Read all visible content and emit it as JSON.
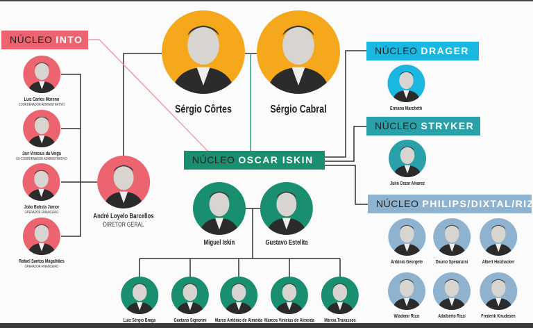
{
  "colors": {
    "into": "#ec6470",
    "top": "#f5a81c",
    "oscar": "#1a8f6f",
    "drager": "#1ab8e0",
    "stryker": "#2aa0a8",
    "philips": "#8fb3cf"
  },
  "boxes": {
    "into": {
      "prefix": "NÚCLEO",
      "name": "INTO"
    },
    "oscar": {
      "prefix": "NÚCLEO",
      "name": "OSCAR ISKIN"
    },
    "drager": {
      "prefix": "NÚCLEO",
      "name": "DRAGER"
    },
    "stryker": {
      "prefix": "NÚCLEO",
      "name": "STRYKER"
    },
    "philips": {
      "prefix": "NÚCLEO",
      "name": "PHILIPS/DIXTAL/RIZZI"
    }
  },
  "people": [
    {
      "name": "Sérgio Côrtes",
      "role": "",
      "group": "top"
    },
    {
      "name": "Sérgio Cabral",
      "role": "",
      "group": "top"
    },
    {
      "name": "Luiz Carlos Moreno",
      "role": "COORDENADOR ADMINISTRATIVO",
      "group": "into"
    },
    {
      "name": "Jair Vinicius da Veiga",
      "role": "EX-COORDENADOR ADMINISTRATIVO",
      "group": "into"
    },
    {
      "name": "João Batista Júnior",
      "role": "OPERADOR FINANCEIRO",
      "group": "into"
    },
    {
      "name": "Rafael Santos Magalhães",
      "role": "OPERADOR FINANCEIRO",
      "group": "into"
    },
    {
      "name": "André Loyelo Barcellos",
      "role": "DIRETOR GERAL",
      "group": "into"
    },
    {
      "name": "Ermano Marchetti",
      "role": "",
      "group": "drager"
    },
    {
      "name": "Julio Cezar Alvarez",
      "role": "",
      "group": "stryker"
    },
    {
      "name": "Miguel Iskin",
      "role": "",
      "group": "oscar"
    },
    {
      "name": "Gustavo Estelita",
      "role": "",
      "group": "oscar"
    },
    {
      "name": "Antônio Georgete",
      "role": "",
      "group": "philips"
    },
    {
      "name": "Daurio Speranzini",
      "role": "",
      "group": "philips"
    },
    {
      "name": "Albert Holzhacker",
      "role": "",
      "group": "philips"
    },
    {
      "name": "Wladimir Rizzi",
      "role": "",
      "group": "philips"
    },
    {
      "name": "Adalberto Rizzi",
      "role": "",
      "group": "philips"
    },
    {
      "name": "Frederik Knudesen",
      "role": "",
      "group": "philips"
    },
    {
      "name": "Luiz Sérgio Braga",
      "role": "",
      "group": "oscar"
    },
    {
      "name": "Gaetano Signorini",
      "role": "",
      "group": "oscar"
    },
    {
      "name": "Marco Antônio de Almeida",
      "role": "",
      "group": "oscar"
    },
    {
      "name": "Marcos Vinícius de Almeida",
      "role": "",
      "group": "oscar"
    },
    {
      "name": "Márcia Travassos",
      "role": "",
      "group": "oscar"
    }
  ]
}
